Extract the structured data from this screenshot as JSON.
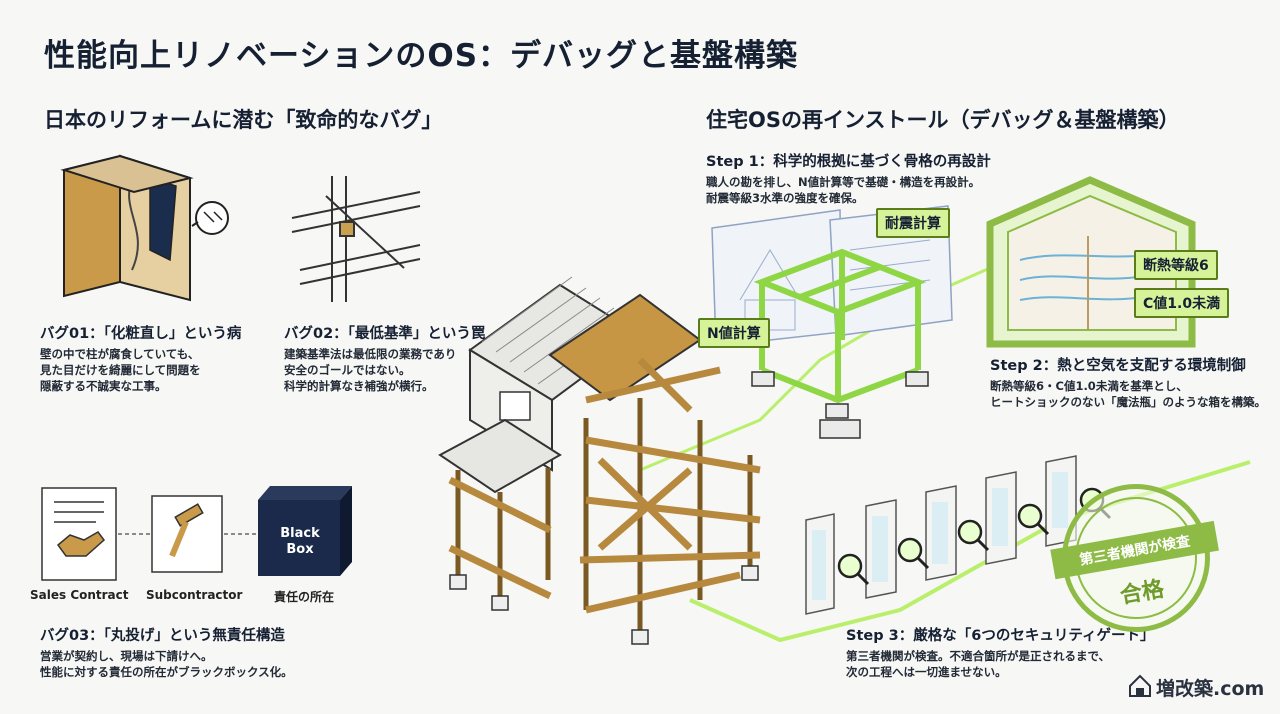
{
  "title": "性能向上リノベーションのOS：デバッグと基盤構築",
  "left_section": {
    "heading": "日本のリフォームに潜む「致命的なバグ」",
    "bugs": [
      {
        "title": "バグ01：「化粧直し」という病",
        "lines": [
          "壁の中で柱が腐食していても、",
          "見た目だけを綺麗にして問題を",
          "隠蔽する不誠実な工事。"
        ]
      },
      {
        "title": "バグ02：「最低基準」という罠",
        "lines": [
          "建築基準法は最低限の業務であり",
          "安全のゴールではない。",
          "科学的計算なき補強が横行。"
        ]
      },
      {
        "title": "バグ03：「丸投げ」という無責任構造",
        "lines": [
          "営業が契約し、現場は下請けへ。",
          "性能に対する責任の所在がブラックボックス化。"
        ]
      }
    ],
    "flow": {
      "items": [
        "Sales Contract",
        "Subcontractor",
        "責任の所在"
      ],
      "black_box_line1": "Black",
      "black_box_line2": "Box"
    }
  },
  "right_section": {
    "heading": "住宅OSの再インストール（デバッグ＆基盤構築）",
    "steps": [
      {
        "title": "Step 1：科学的根拠に基づく骨格の再設計",
        "lines": [
          "職人の勘を排し、N値計算等で基礎・構造を再設計。",
          "耐震等級3水準の強度を確保。"
        ]
      },
      {
        "title": "Step 2：熱と空気を支配する環境制御",
        "lines": [
          "断熱等級6・C値1.0未満を基準とし、",
          "ヒートショックのない「魔法瓶」のような箱を構築。"
        ]
      },
      {
        "title": "Step 3：厳格な「6つのセキュリティゲート」",
        "lines": [
          "第三者機関が検査。不適合箇所が是正されるまで、",
          "次の工程へは一切進ませない。"
        ]
      }
    ],
    "tags": {
      "seismic": "耐震計算",
      "nvalue": "N値計算",
      "insulation": "断熱等級6",
      "cvalue": "C値1.0未満"
    },
    "stamp": {
      "band": "第三者機関が検査",
      "pass": "合格"
    }
  },
  "logo": "増改築.com",
  "colors": {
    "accent_green": "#8dbb45",
    "tag_fill": "#d6f39a",
    "navy": "#162033",
    "wood": "#b7893f"
  }
}
